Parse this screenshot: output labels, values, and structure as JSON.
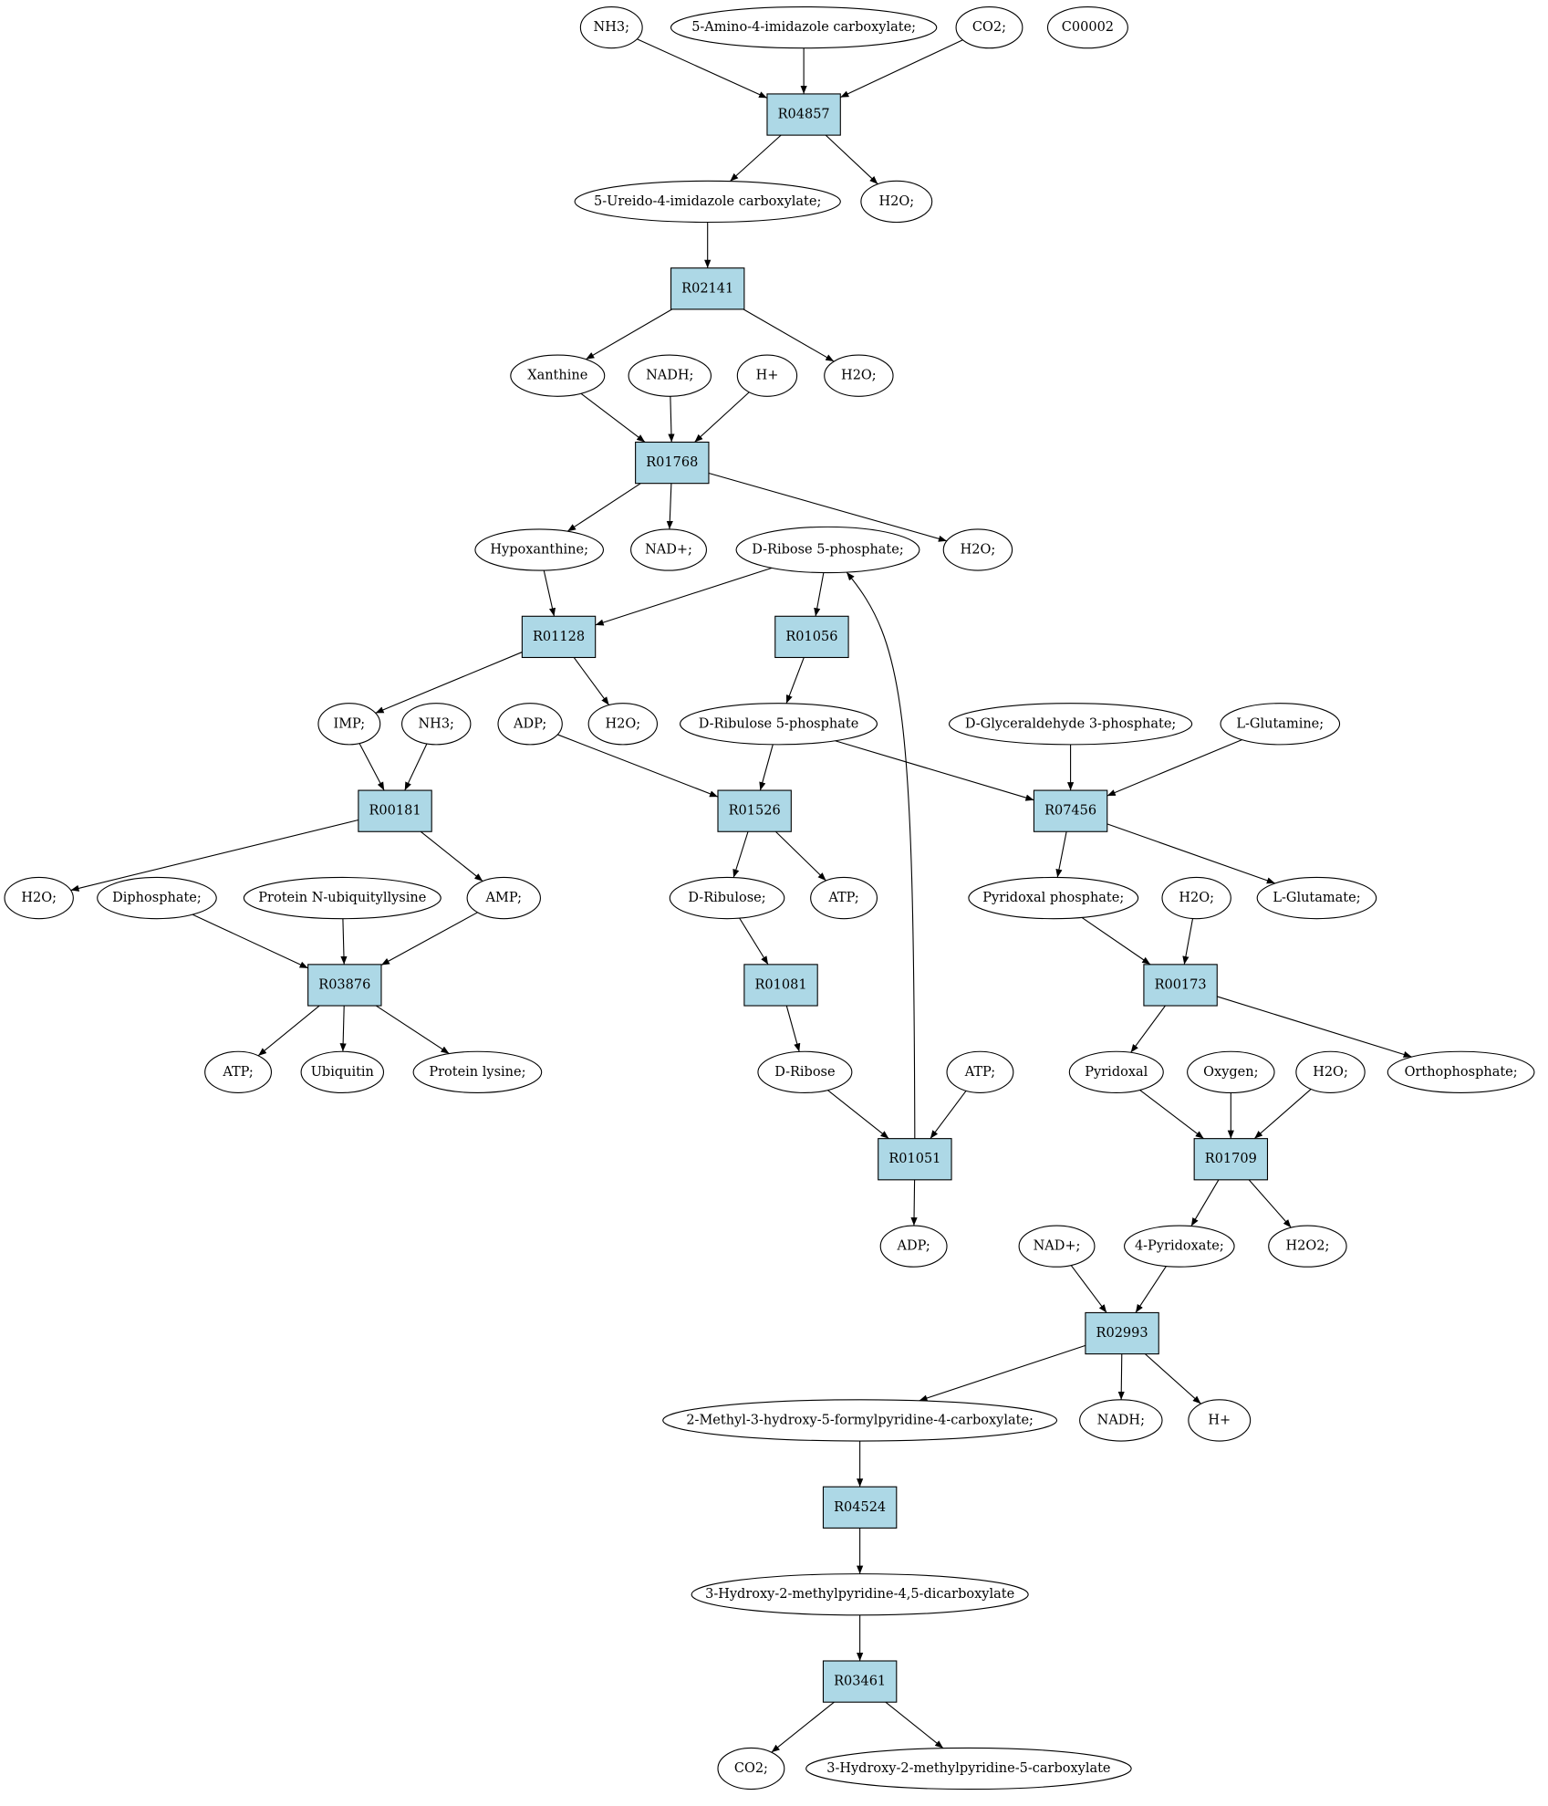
{
  "colors": {
    "reaction_fill": "#add8e6",
    "compound_fill": "#ffffff",
    "highlight_green": "#00ee00",
    "highlight_yellow": "#ffff00",
    "stroke": "#000000"
  },
  "nodes": [
    {
      "id": "nh3_top",
      "label": "NH3;",
      "kind": "compound"
    },
    {
      "id": "aica",
      "label": "5-Amino-4-imidazole carboxylate;",
      "kind": "compound"
    },
    {
      "id": "co2_top",
      "label": "CO2;",
      "kind": "compound"
    },
    {
      "id": "c00002",
      "label": "C00002",
      "kind": "compound",
      "fill": "#ffff00"
    },
    {
      "id": "R04857",
      "label": "R04857",
      "kind": "reaction"
    },
    {
      "id": "uica",
      "label": "5-Ureido-4-imidazole carboxylate;",
      "kind": "compound"
    },
    {
      "id": "h2o_1",
      "label": "H2O;",
      "kind": "compound"
    },
    {
      "id": "R02141",
      "label": "R02141",
      "kind": "reaction"
    },
    {
      "id": "xanthine",
      "label": "Xanthine",
      "kind": "compound"
    },
    {
      "id": "nadh_1",
      "label": "NADH;",
      "kind": "compound"
    },
    {
      "id": "hplus_1",
      "label": "H+",
      "kind": "compound"
    },
    {
      "id": "h2o_2",
      "label": "H2O;",
      "kind": "compound"
    },
    {
      "id": "R01768",
      "label": "R01768",
      "kind": "reaction"
    },
    {
      "id": "hypox",
      "label": "Hypoxanthine;",
      "kind": "compound"
    },
    {
      "id": "nadp_1",
      "label": "NAD+;",
      "kind": "compound"
    },
    {
      "id": "r5p",
      "label": "D-Ribose 5-phosphate;",
      "kind": "compound",
      "fill": "#00ee00"
    },
    {
      "id": "h2o_3",
      "label": "H2O;",
      "kind": "compound"
    },
    {
      "id": "R01128",
      "label": "R01128",
      "kind": "reaction"
    },
    {
      "id": "R01056",
      "label": "R01056",
      "kind": "reaction"
    },
    {
      "id": "imp",
      "label": "IMP;",
      "kind": "compound"
    },
    {
      "id": "nh3_2",
      "label": "NH3;",
      "kind": "compound"
    },
    {
      "id": "adp_1",
      "label": "ADP;",
      "kind": "compound"
    },
    {
      "id": "h2o_4",
      "label": "H2O;",
      "kind": "compound"
    },
    {
      "id": "ru5p",
      "label": "D-Ribulose 5-phosphate",
      "kind": "compound"
    },
    {
      "id": "g3p",
      "label": "D-Glyceraldehyde 3-phosphate;",
      "kind": "compound"
    },
    {
      "id": "gln",
      "label": "L-Glutamine;",
      "kind": "compound"
    },
    {
      "id": "R00181",
      "label": "R00181",
      "kind": "reaction"
    },
    {
      "id": "R01526",
      "label": "R01526",
      "kind": "reaction"
    },
    {
      "id": "R07456",
      "label": "R07456",
      "kind": "reaction"
    },
    {
      "id": "h2o_5",
      "label": "H2O;",
      "kind": "compound"
    },
    {
      "id": "diphos",
      "label": "Diphosphate;",
      "kind": "compound"
    },
    {
      "id": "pnub",
      "label": "Protein N-ubiquityllysine",
      "kind": "compound"
    },
    {
      "id": "amp",
      "label": "AMP;",
      "kind": "compound"
    },
    {
      "id": "dribulose",
      "label": "D-Ribulose;",
      "kind": "compound"
    },
    {
      "id": "atp_1",
      "label": "ATP;",
      "kind": "compound"
    },
    {
      "id": "plp",
      "label": "Pyridoxal phosphate;",
      "kind": "compound"
    },
    {
      "id": "h2o_6",
      "label": "H2O;",
      "kind": "compound"
    },
    {
      "id": "glu",
      "label": "L-Glutamate;",
      "kind": "compound"
    },
    {
      "id": "R03876",
      "label": "R03876",
      "kind": "reaction"
    },
    {
      "id": "R01081",
      "label": "R01081",
      "kind": "reaction"
    },
    {
      "id": "R00173",
      "label": "R00173",
      "kind": "reaction"
    },
    {
      "id": "atp_2",
      "label": "ATP;",
      "kind": "compound"
    },
    {
      "id": "ubiq",
      "label": "Ubiquitin",
      "kind": "compound"
    },
    {
      "id": "plys",
      "label": "Protein lysine;",
      "kind": "compound"
    },
    {
      "id": "dribose",
      "label": "D-Ribose",
      "kind": "compound"
    },
    {
      "id": "atp_3",
      "label": "ATP;",
      "kind": "compound"
    },
    {
      "id": "pyridoxal",
      "label": "Pyridoxal",
      "kind": "compound"
    },
    {
      "id": "oxygen",
      "label": "Oxygen;",
      "kind": "compound"
    },
    {
      "id": "h2o_7",
      "label": "H2O;",
      "kind": "compound"
    },
    {
      "id": "orthophos",
      "label": "Orthophosphate;",
      "kind": "compound"
    },
    {
      "id": "R01051",
      "label": "R01051",
      "kind": "reaction"
    },
    {
      "id": "R01709",
      "label": "R01709",
      "kind": "reaction"
    },
    {
      "id": "adp_2",
      "label": "ADP;",
      "kind": "compound"
    },
    {
      "id": "nadp_2",
      "label": "NAD+;",
      "kind": "compound"
    },
    {
      "id": "pyridoxate",
      "label": "4-Pyridoxate;",
      "kind": "compound"
    },
    {
      "id": "h2o2",
      "label": "H2O2;",
      "kind": "compound"
    },
    {
      "id": "R02993",
      "label": "R02993",
      "kind": "reaction"
    },
    {
      "id": "mhfpc",
      "label": "2-Methyl-3-hydroxy-5-formylpyridine-4-carboxylate;",
      "kind": "compound"
    },
    {
      "id": "nadh_2",
      "label": "NADH;",
      "kind": "compound"
    },
    {
      "id": "hplus_2",
      "label": "H+",
      "kind": "compound"
    },
    {
      "id": "R04524",
      "label": "R04524",
      "kind": "reaction"
    },
    {
      "id": "hmpdc",
      "label": "3-Hydroxy-2-methylpyridine-4,5-dicarboxylate",
      "kind": "compound"
    },
    {
      "id": "R03461",
      "label": "R03461",
      "kind": "reaction"
    },
    {
      "id": "co2_bot",
      "label": "CO2;",
      "kind": "compound"
    },
    {
      "id": "hmpc",
      "label": "3-Hydroxy-2-methylpyridine-5-carboxylate",
      "kind": "compound"
    }
  ],
  "edges": [
    [
      "nh3_top",
      "R04857"
    ],
    [
      "aica",
      "R04857"
    ],
    [
      "co2_top",
      "R04857"
    ],
    [
      "R04857",
      "uica"
    ],
    [
      "R04857",
      "h2o_1"
    ],
    [
      "uica",
      "R02141"
    ],
    [
      "R02141",
      "xanthine"
    ],
    [
      "R02141",
      "h2o_2"
    ],
    [
      "xanthine",
      "R01768"
    ],
    [
      "nadh_1",
      "R01768"
    ],
    [
      "hplus_1",
      "R01768"
    ],
    [
      "R01768",
      "hypox"
    ],
    [
      "R01768",
      "nadp_1"
    ],
    [
      "R01768",
      "h2o_3"
    ],
    [
      "hypox",
      "R01128"
    ],
    [
      "r5p",
      "R01128"
    ],
    [
      "r5p",
      "R01056"
    ],
    [
      "R01128",
      "imp"
    ],
    [
      "R01128",
      "h2o_4"
    ],
    [
      "R01056",
      "ru5p"
    ],
    [
      "imp",
      "R00181"
    ],
    [
      "nh3_2",
      "R00181"
    ],
    [
      "adp_1",
      "R01526"
    ],
    [
      "ru5p",
      "R01526"
    ],
    [
      "ru5p",
      "R07456"
    ],
    [
      "g3p",
      "R07456"
    ],
    [
      "gln",
      "R07456"
    ],
    [
      "R00181",
      "h2o_5"
    ],
    [
      "R00181",
      "amp"
    ],
    [
      "R01526",
      "dribulose"
    ],
    [
      "R01526",
      "atp_1"
    ],
    [
      "R07456",
      "plp"
    ],
    [
      "R07456",
      "glu"
    ],
    [
      "diphos",
      "R03876"
    ],
    [
      "pnub",
      "R03876"
    ],
    [
      "amp",
      "R03876"
    ],
    [
      "dribulose",
      "R01081"
    ],
    [
      "plp",
      "R00173"
    ],
    [
      "h2o_6",
      "R00173"
    ],
    [
      "R03876",
      "atp_2"
    ],
    [
      "R03876",
      "ubiq"
    ],
    [
      "R03876",
      "plys"
    ],
    [
      "R01081",
      "dribose"
    ],
    [
      "R00173",
      "pyridoxal"
    ],
    [
      "R00173",
      "orthophos"
    ],
    [
      "dribose",
      "R01051"
    ],
    [
      "atp_3",
      "R01051"
    ],
    [
      "pyridoxal",
      "R01709"
    ],
    [
      "oxygen",
      "R01709"
    ],
    [
      "h2o_7",
      "R01709"
    ],
    [
      "R01051",
      "adp_2"
    ],
    [
      "R01051",
      "r5p"
    ],
    [
      "R01709",
      "pyridoxate"
    ],
    [
      "R01709",
      "h2o2"
    ],
    [
      "nadp_2",
      "R02993"
    ],
    [
      "pyridoxate",
      "R02993"
    ],
    [
      "R02993",
      "mhfpc"
    ],
    [
      "R02993",
      "nadh_2"
    ],
    [
      "R02993",
      "hplus_2"
    ],
    [
      "mhfpc",
      "R04524"
    ],
    [
      "R04524",
      "hmpdc"
    ],
    [
      "hmpdc",
      "R03461"
    ],
    [
      "R03461",
      "co2_bot"
    ],
    [
      "R03461",
      "hmpc"
    ]
  ]
}
